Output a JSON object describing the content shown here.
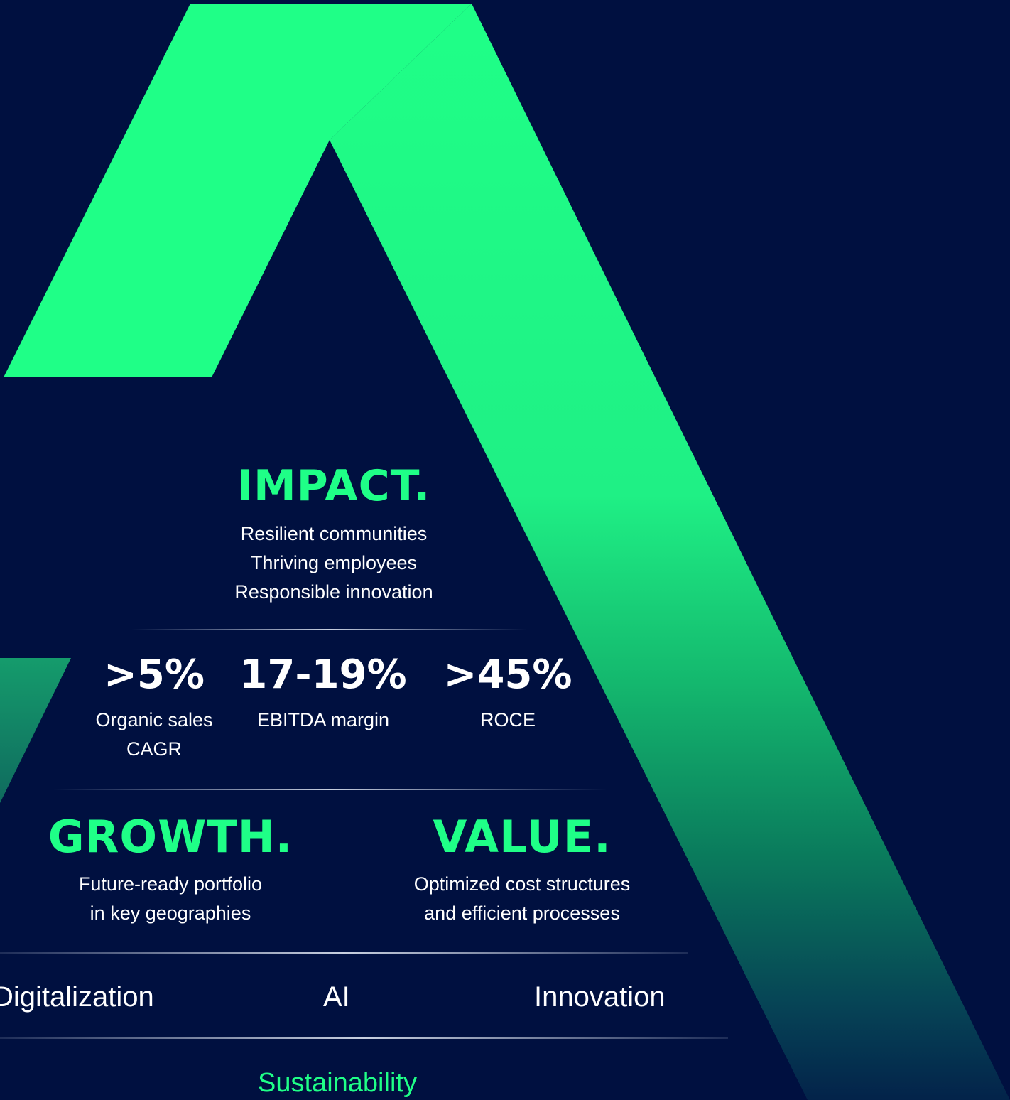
{
  "colors": {
    "background": "#001040",
    "accent": "#1FFF87",
    "text": "#FFFFFF",
    "divider": "#C8D0E0"
  },
  "impact": {
    "title": "IMPACT.",
    "lines": [
      "Resilient communities",
      "Thriving employees",
      "Responsible innovation"
    ]
  },
  "metrics": [
    {
      "value": ">5%",
      "label_lines": [
        "Organic sales",
        "CAGR"
      ]
    },
    {
      "value": "17-19%",
      "label_lines": [
        "EBITDA margin"
      ]
    },
    {
      "value": ">45%",
      "label_lines": [
        "ROCE"
      ]
    }
  ],
  "growth": {
    "title": "GROWTH.",
    "lines": [
      "Future-ready portfolio",
      "in key geographies"
    ]
  },
  "value": {
    "title": "VALUE.",
    "lines": [
      "Optimized cost structures",
      "and efficient processes"
    ]
  },
  "pillars": [
    "Digitalization",
    "AI",
    "Innovation"
  ],
  "foundation": "Sustainability"
}
